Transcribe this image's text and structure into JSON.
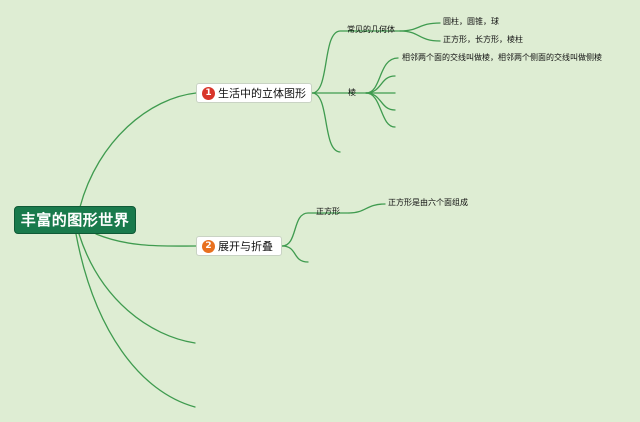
{
  "root": {
    "title": "丰富的图形世界"
  },
  "nodes": [
    {
      "badge": "1",
      "title": "生活中的立体图形",
      "badge_color": "#d8352a",
      "children": [
        {
          "title": "常见的几何体",
          "children": [
            "圆柱，圆锥，球",
            "正方形，长方形，棱柱"
          ]
        },
        {
          "title": "棱",
          "children": [
            "相邻两个面的交线叫做棱，相邻两个侧面的交线叫做侧棱"
          ]
        }
      ]
    },
    {
      "badge": "2",
      "title": "展开与折叠",
      "badge_color": "#e8701f",
      "children": [
        {
          "title": "正方形",
          "children": [
            "正方形是由六个面组成"
          ]
        }
      ]
    }
  ],
  "colors": {
    "background": "#deedd3",
    "branch": "#3f9b4f",
    "root": "#197a4c"
  }
}
